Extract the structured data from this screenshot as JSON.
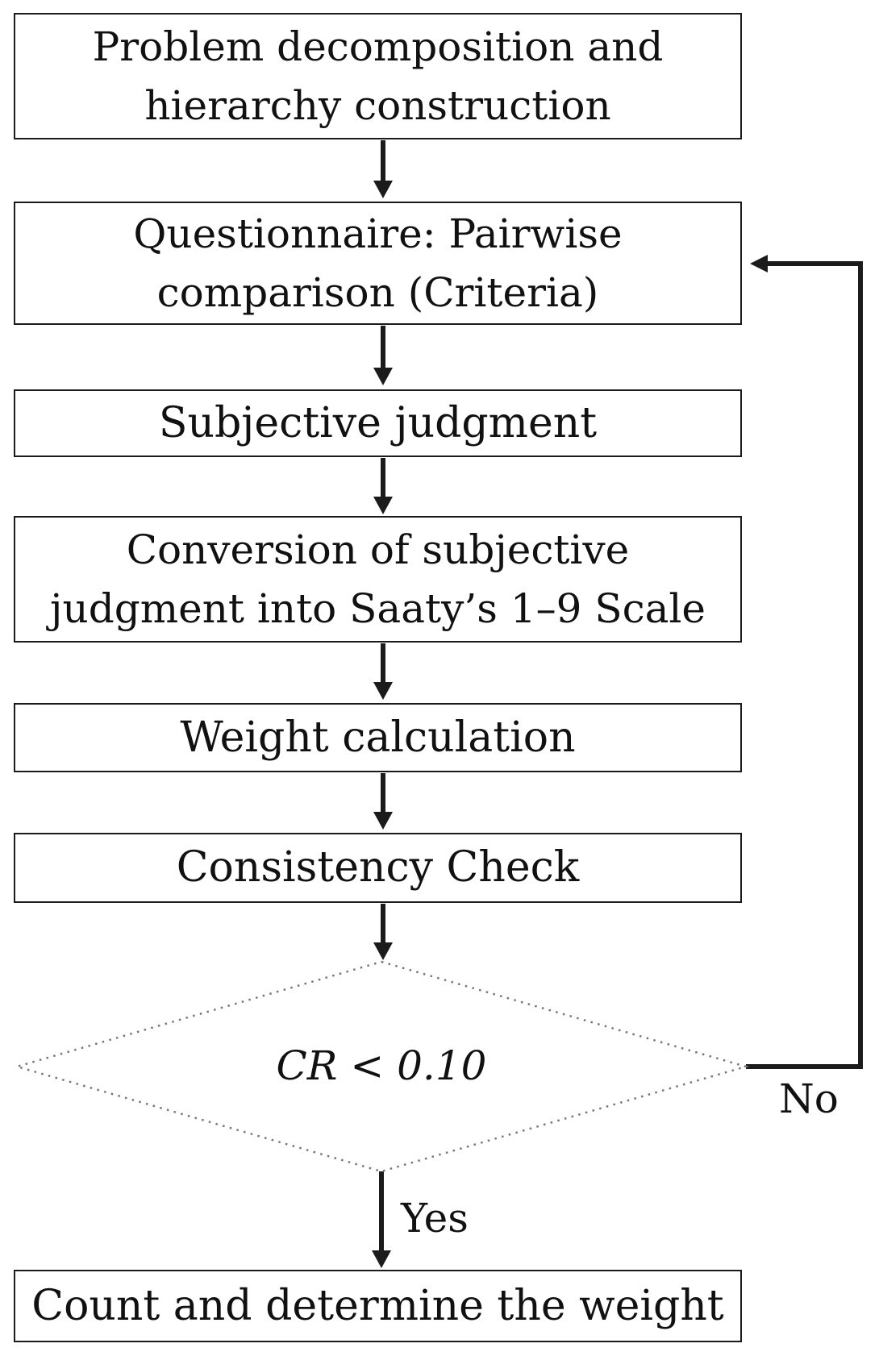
{
  "flowchart": {
    "nodes": {
      "problem": {
        "label": "Problem decomposition and\nhierarchy construction"
      },
      "questionnaire": {
        "label": "Questionnaire: Pairwise\ncomparison (Criteria)"
      },
      "subjective": {
        "label": "Subjective judgment"
      },
      "conversion": {
        "label": "Conversion of subjective\njudgment into Saaty’s 1–9 Scale"
      },
      "weight": {
        "label": "Weight calculation"
      },
      "consistency": {
        "label": "Consistency Check"
      },
      "decision": {
        "label": "CR < 0.10"
      },
      "count": {
        "label": "Count and determine the weight"
      }
    },
    "edge_labels": {
      "yes": "Yes",
      "no": "No"
    },
    "colors": {
      "line": "#1b1b1b",
      "text": "#111111",
      "background": "#ffffff",
      "diamond_dots": "#777777"
    }
  }
}
